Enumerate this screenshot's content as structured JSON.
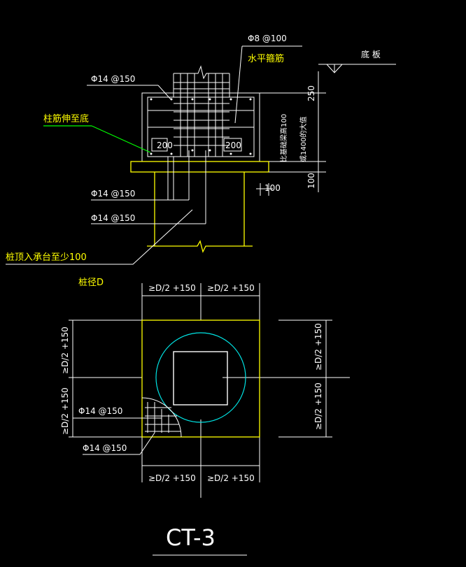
{
  "section": {
    "label_top_stirrup": "Φ8 @100",
    "label_horizontal_stirrup": "水平箍筋",
    "label_base_slab": "底 板",
    "label_top_bar": "Φ14 @150",
    "label_column_bars_extend": "柱筋伸至底",
    "label_cover_left": "200",
    "label_cover_right": "200",
    "dim_250": "250",
    "dim_vertical_note_1": "比基础梁高100",
    "dim_vertical_note_2": "或1400的大值",
    "dim_100_bottom": "100",
    "dim_100_side": "100",
    "label_bar_1": "Φ14 @150",
    "label_bar_2": "Φ14 @150",
    "label_pile_embed": "桩顶入承台至少100",
    "label_pile_diameter": "桩径D"
  },
  "plan": {
    "dim_top_left": "≥D/2 +150",
    "dim_top_right": "≥D/2 +150",
    "dim_bottom_left": "≥D/2 +150",
    "dim_bottom_right": "≥D/2 +150",
    "dim_left_upper": "≥D/2 +150",
    "dim_left_lower": "≥D/2 +150",
    "dim_right_upper": "≥D/2 +150",
    "dim_right_lower": "≥D/2 +150",
    "label_bar_1": "Φ14 @150",
    "label_bar_2": "Φ14 @150"
  },
  "drawing_title": "CT-3"
}
